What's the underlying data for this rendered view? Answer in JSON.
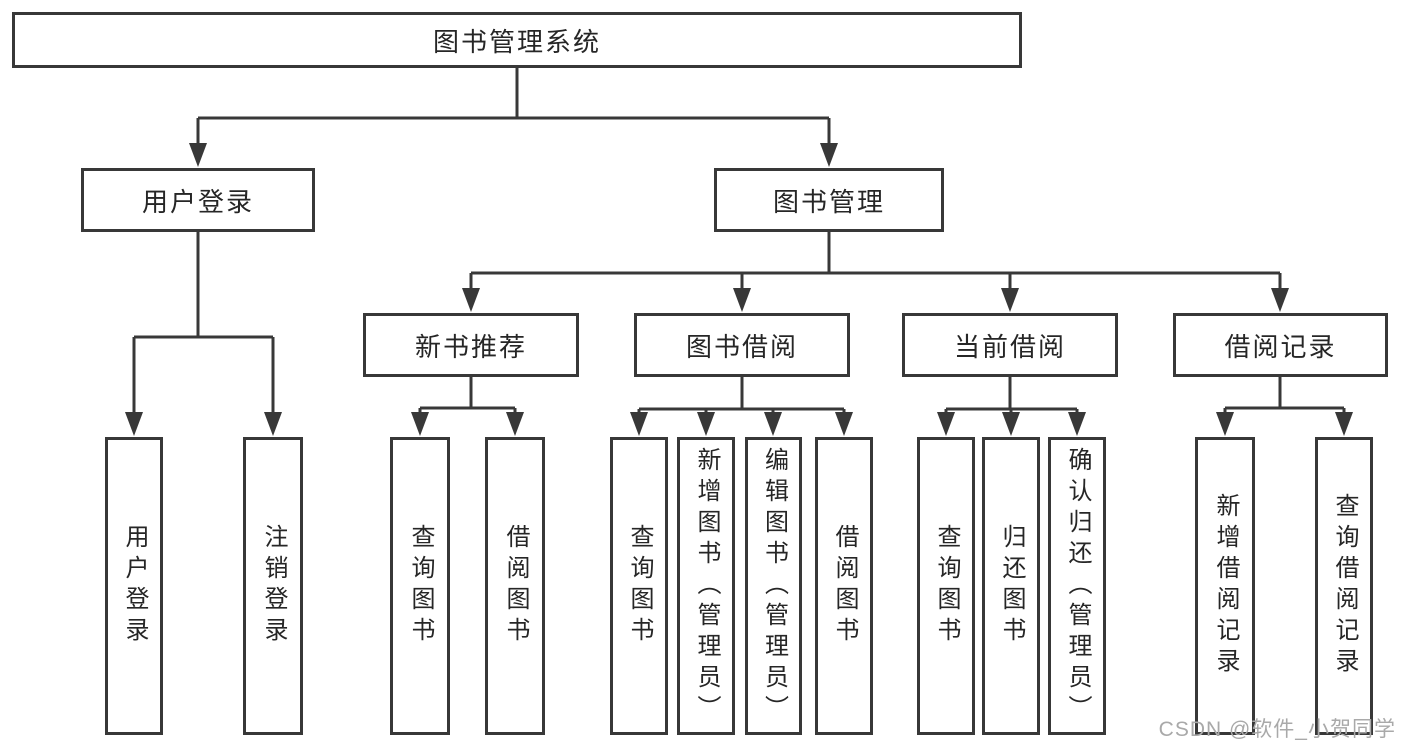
{
  "page": {
    "background": "#ffffff"
  },
  "colors": {
    "line": "#383838",
    "box_border": "#383838",
    "text": "#262626",
    "watermark": "#a9a9a9"
  },
  "watermark": {
    "text": "CSDN @软件_小贺同学"
  },
  "tree": {
    "label": "图书管理系统",
    "children": [
      {
        "label": "用户登录",
        "children": [
          {
            "label": "用户登录"
          },
          {
            "label": "注销登录"
          }
        ]
      },
      {
        "label": "图书管理",
        "children": [
          {
            "label": "新书推荐",
            "children": [
              {
                "label": "查询图书"
              },
              {
                "label": "借阅图书"
              }
            ]
          },
          {
            "label": "图书借阅",
            "children": [
              {
                "label": "查询图书"
              },
              {
                "label": "新增图书（管理员）"
              },
              {
                "label": "编辑图书（管理员）"
              },
              {
                "label": "借阅图书"
              }
            ]
          },
          {
            "label": "当前借阅",
            "children": [
              {
                "label": "查询图书"
              },
              {
                "label": "归还图书"
              },
              {
                "label": "确认归还（管理员）"
              }
            ]
          },
          {
            "label": "借阅记录",
            "children": [
              {
                "label": "新增借阅记录"
              },
              {
                "label": "查询借阅记录"
              }
            ]
          }
        ]
      }
    ]
  }
}
